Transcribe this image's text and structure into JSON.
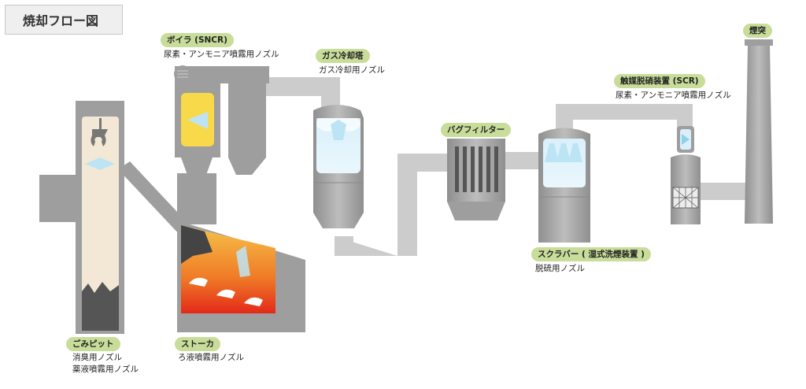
{
  "title": "焼却フロー図",
  "components": {
    "boiler": {
      "label": "ボイラ (SNCR)",
      "nozzle": "尿素・アンモニア噴霧用ノズル"
    },
    "gas_cooling": {
      "label": "ガス冷却塔",
      "nozzle": "ガス冷却用ノズル"
    },
    "bag_filter": {
      "label": "バグフィルター"
    },
    "scrubber": {
      "label": "スクラバー ( 湿式洗煙装置 )",
      "nozzle": "脱硫用ノズル"
    },
    "scr": {
      "label": "触媒脱硝装置 (SCR)",
      "nozzle": "尿素・アンモニア噴霧用ノズル"
    },
    "chimney": {
      "label": "煙突"
    },
    "pit": {
      "label": "ごみピット",
      "nozzle_1": "消臭用ノズル",
      "nozzle_2": "薬液噴霧用ノズル"
    },
    "stoker": {
      "label": "ストーカ",
      "nozzle": "ろ液噴霧用ノズル"
    }
  },
  "colors": {
    "equipment": "#9e9e9e",
    "duct": "#cccccc",
    "label_bg": "#c9dd9a",
    "fire": "#e8391d",
    "boiler_fill": "#f7d94a",
    "pit_fill": "#f2e8d5",
    "water": "#bde4f4"
  }
}
